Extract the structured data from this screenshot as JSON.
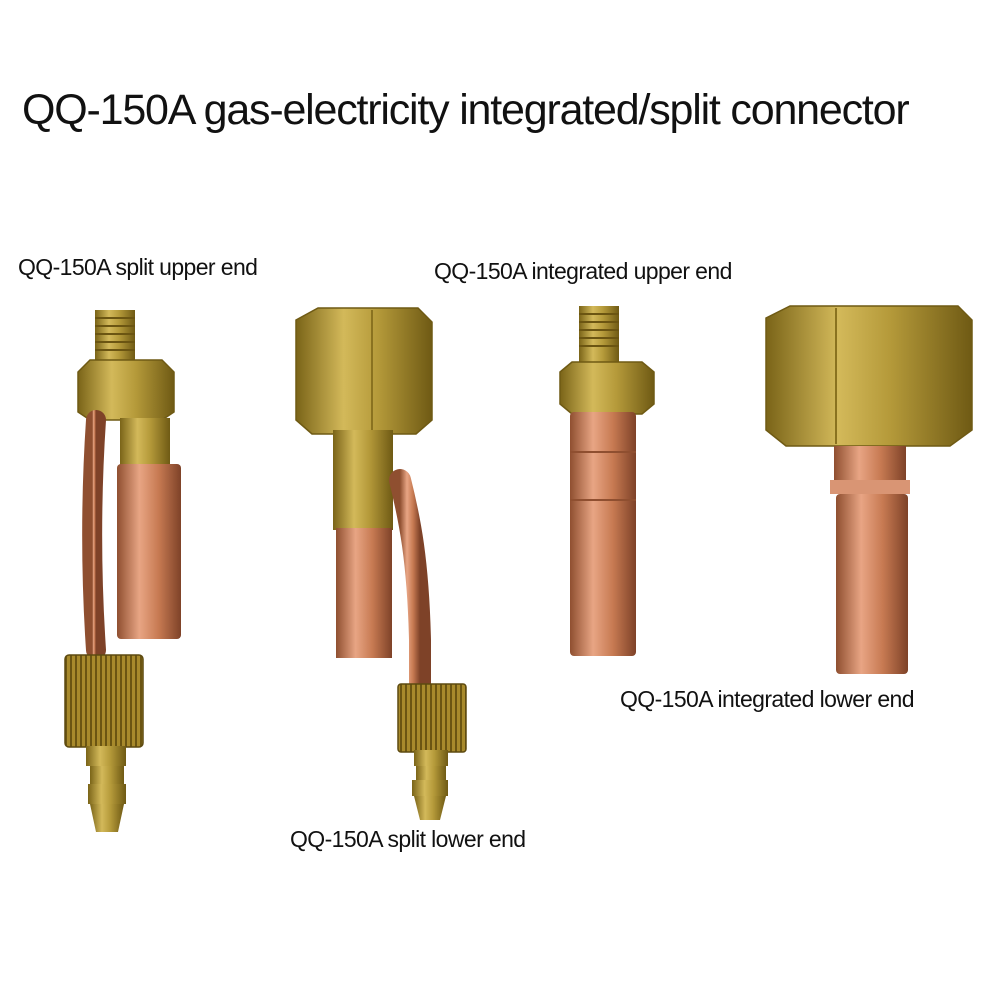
{
  "title": "QQ-150A gas-electricity integrated/split connector",
  "labels": {
    "split_upper": "QQ-150A split upper end",
    "integrated_upper": "QQ-150A integrated upper end",
    "integrated_lower": "QQ-150A integrated lower end",
    "split_lower": "QQ-150A split lower end"
  },
  "colors": {
    "brass": "#b59a3a",
    "brass_dark": "#7a6418",
    "copper": "#c77a52",
    "copper_light": "#e8a584",
    "copper_dark": "#8f4f30"
  }
}
